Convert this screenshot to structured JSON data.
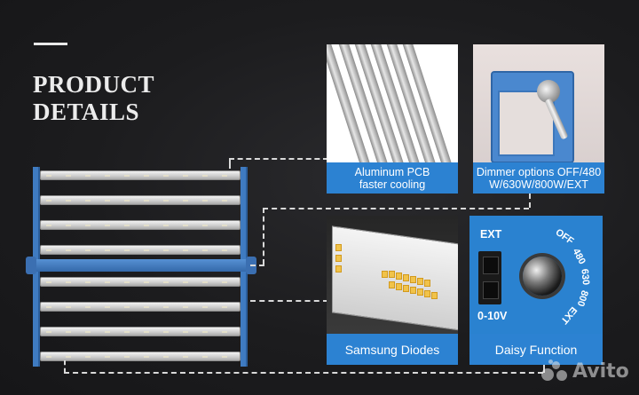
{
  "heading": {
    "line1": "PRODUCT",
    "line2": "DETAILS"
  },
  "panels": [
    {
      "id": "aluminum",
      "caption_line1": "Aluminum PCB",
      "caption_line2": "faster cooling"
    },
    {
      "id": "dimmer",
      "caption_line1": "Dimmer options OFF/480",
      "caption_line2": "W/630W/800W/EXT"
    },
    {
      "id": "diodes",
      "caption_line1": "Samsung Diodes"
    },
    {
      "id": "daisy",
      "caption_line1": "Daisy Function"
    }
  ],
  "dimmer_dial": {
    "ext_label": "EXT",
    "voltage_label": "0-10V",
    "positions": [
      "OFF",
      "480",
      "630",
      "800",
      "EXT"
    ]
  },
  "watermark": {
    "text": "Avito"
  },
  "colors": {
    "caption_blue": "#2c82d2",
    "fixture_blue": "#3f7bc1",
    "background": "#1b1b1d"
  },
  "icons": [
    "avito-logo-icon"
  ]
}
